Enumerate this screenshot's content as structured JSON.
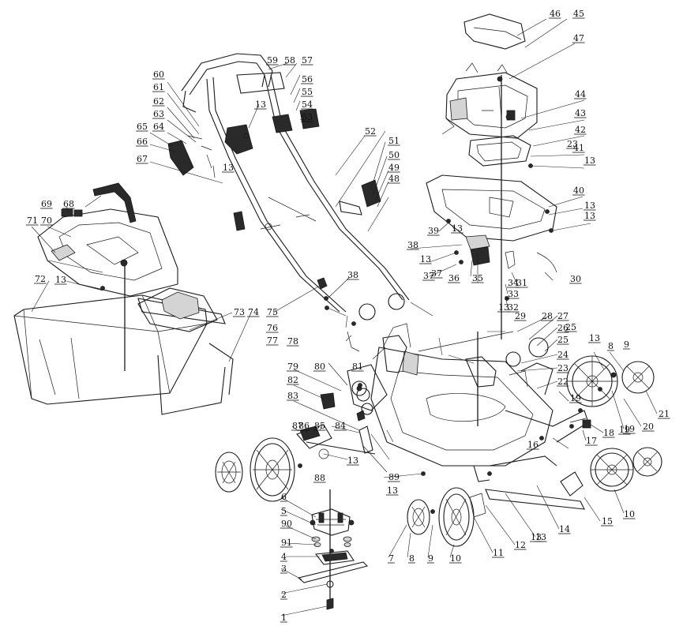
{
  "figure": {
    "type": "exploded-parts-diagram",
    "subject": "lawn mower",
    "callouts": [
      "1",
      "2",
      "3",
      "4",
      "5",
      "6",
      "7",
      "8",
      "9",
      "10",
      "11",
      "12",
      "13",
      "14",
      "15",
      "16",
      "17",
      "18",
      "19",
      "20",
      "21",
      "22",
      "23",
      "24",
      "25",
      "26",
      "27",
      "28",
      "29",
      "30",
      "31",
      "32",
      "33",
      "34",
      "35",
      "36",
      "37",
      "38",
      "39",
      "40",
      "41",
      "42",
      "43",
      "44",
      "45",
      "46",
      "47",
      "48",
      "49",
      "50",
      "51",
      "52",
      "53",
      "54",
      "55",
      "56",
      "57",
      "58",
      "59",
      "60",
      "61",
      "62",
      "63",
      "64",
      "65",
      "66",
      "67",
      "68",
      "69",
      "70",
      "71",
      "72",
      "73",
      "74",
      "75",
      "76",
      "77",
      "78",
      "79",
      "80",
      "81",
      "82",
      "83",
      "84",
      "85",
      "86",
      "87",
      "88",
      "89",
      "90",
      "91",
      "13",
      "13",
      "13",
      "13",
      "13",
      "13",
      "13",
      "13",
      "13",
      "13",
      "13",
      "13",
      "13",
      "19",
      "19",
      "38",
      "37",
      "23",
      "25",
      "8",
      "9",
      "10"
    ]
  }
}
